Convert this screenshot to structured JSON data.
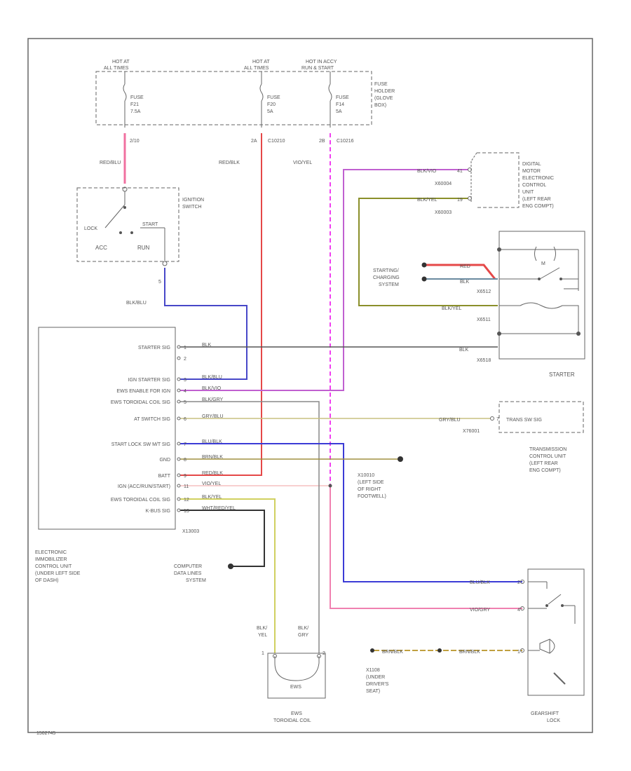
{
  "colors": {
    "border": "#666666",
    "red": "#e54848",
    "blue": "#3b3bd6",
    "magenta": "#f040f0",
    "pink": "#f080b0",
    "violet": "#c060d0",
    "olive": "#8a8f2a",
    "yellow": "#d0d060",
    "tan": "#c0a040",
    "gray": "#888888",
    "black": "#333333"
  },
  "fuse_block": {
    "hot1": [
      "HOT AT",
      "ALL TIMES"
    ],
    "hot2": [
      "HOT AT",
      "ALL TIMES"
    ],
    "hot3": [
      "HOT IN ACCY",
      "RUN & START"
    ],
    "fuse1": [
      "FUSE",
      "F21",
      "7.5A"
    ],
    "fuse2": [
      "FUSE",
      "F20",
      "5A"
    ],
    "fuse3": [
      "FUSE",
      "F14",
      "5A"
    ],
    "holder": [
      "FUSE",
      "HOLDER",
      "(GLOVE",
      "BOX)"
    ],
    "pin1": "2/10",
    "pin2": "2A",
    "conn2": "C10210",
    "pin3": "2B",
    "conn3": "C10216"
  },
  "wires_top": {
    "w1": "RED/BLU",
    "w2": "RED/BLK",
    "w3": "VIO/YEL"
  },
  "ignition": {
    "label": [
      "IGNITION",
      "SWITCH"
    ],
    "lock": "LOCK",
    "start": "START",
    "acc": "ACC",
    "run": "RUN",
    "pin": "5",
    "wire": "BLK/BLU"
  },
  "dme": {
    "label": [
      "DIGITAL",
      "MOTOR",
      "ELECTRONIC",
      "CONTROL",
      "UNIT",
      "(LEFT REAR",
      "ENG COMPT)"
    ],
    "w1": "BLK/VIO",
    "c1": "X60004",
    "p1": "41",
    "w2": "BLK/YEL",
    "c2": "X60003",
    "p2": "19"
  },
  "starter": {
    "label": "STARTER",
    "charging": [
      "STARTING/",
      "CHARGING",
      "SYSTEM"
    ],
    "red": "RED",
    "blk": "BLK",
    "c1": "X6512",
    "w_bot": "BLK/YEL",
    "c2": "X6511",
    "blk2": "BLK",
    "c3": "X6518"
  },
  "immobilizer": {
    "label": [
      "ELECTRONIC",
      "IMMOBILIZER",
      "CONTROL UNIT",
      "(UNDER LEFT SIDE",
      "OF DASH)"
    ],
    "connector": "X13003",
    "rows": [
      {
        "name": "STARTER SIG",
        "pin": "1",
        "wire": "BLK"
      },
      {
        "name": "",
        "pin": "2",
        "wire": ""
      },
      {
        "name": "IGN STARTER SIG",
        "pin": "3",
        "wire": "BLK/BLU"
      },
      {
        "name": "EWS ENABLE FOR IGN",
        "pin": "4",
        "wire": "BLK/VIO"
      },
      {
        "name": "EWS TOROIDAL COIL SIG",
        "pin": "5",
        "wire": "BLK/GRY"
      },
      {
        "name": "AT SWITCH SIG",
        "pin": "6",
        "wire": "GRY/BLU"
      },
      {
        "name": "START LOCK SW M/T SIG",
        "pin": "7",
        "wire": "BLU/BLK"
      },
      {
        "name": "GND",
        "pin": "8",
        "wire": "BRN/BLK"
      },
      {
        "name": "BATT",
        "pin": "9",
        "wire": "RED/BLK"
      },
      {
        "name": "IGN (ACC/RUN/START)",
        "pin": "11",
        "wire": "VIO/YEL"
      },
      {
        "name": "EWS TOROIDAL COIL SIG",
        "pin": "12",
        "wire": "BLK/YEL"
      },
      {
        "name": "K-BUS SIG",
        "pin": "13",
        "wire": "WHT/RED/YEL"
      }
    ]
  },
  "trans": {
    "wire": "GRY/BLU",
    "pin": "7",
    "conn": "X76001",
    "sig": "TRANS SW SIG",
    "label": [
      "TRANSMISSION",
      "CONTROL UNIT",
      "(LEFT REAR",
      "ENG COMPT)"
    ]
  },
  "ground": {
    "label": [
      "X10010",
      "(LEFT SIDE",
      "OF RIGHT",
      "FOOTWELL)"
    ]
  },
  "computer": {
    "label": [
      "COMPUTER",
      "DATA LINES",
      "SYSTEM"
    ]
  },
  "coil": {
    "w1": [
      "BLK/",
      "YEL"
    ],
    "w2": [
      "BLK/",
      "GRY"
    ],
    "p1": "1",
    "p2": "2",
    "inner": "EWS",
    "label": [
      "EWS",
      "TOROIDAL COIL"
    ]
  },
  "shiftlock": {
    "w1": "BLU/BLK",
    "p1": "2",
    "w2": "VIO/GRY",
    "p2": "4",
    "w3": "BRN/BLK",
    "w4": "BRN/BLK",
    "p3": "1",
    "ground": [
      "X1108",
      "(UNDER",
      "DRIVER'S",
      "SEAT)"
    ],
    "label": [
      "GEARSHIFT",
      "LOCK"
    ]
  },
  "footer": "1502745"
}
